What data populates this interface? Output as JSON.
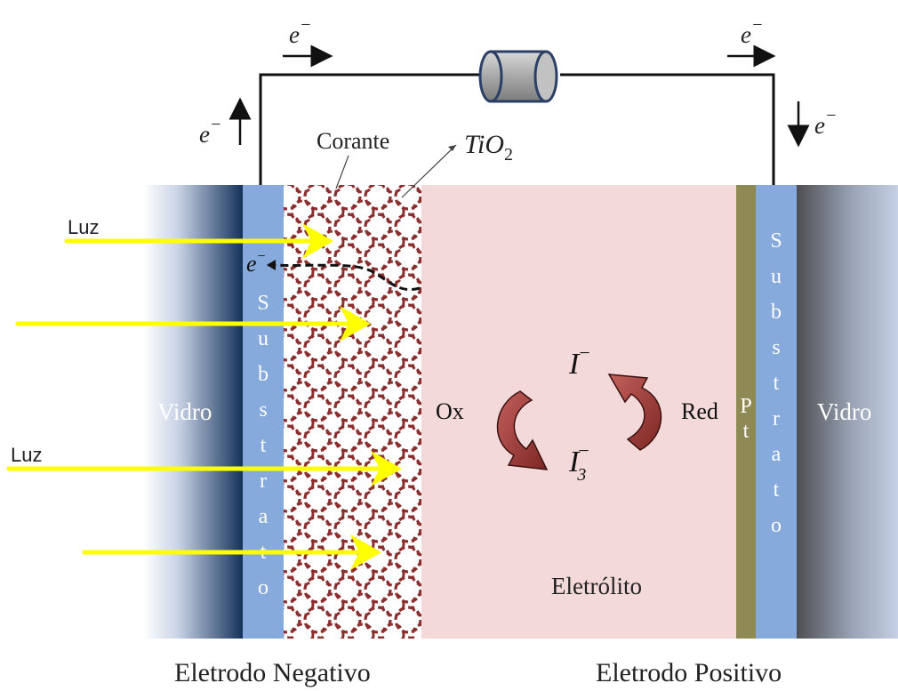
{
  "labels": {
    "electron_symbol": "e",
    "electron_charge": "−",
    "corante": "Corante",
    "tio2_main": "TiO",
    "tio2_sub": "2",
    "luz": "Luz",
    "vidro": "Vidro",
    "substrato_letters": [
      "S",
      "u",
      "b",
      "s",
      "t",
      "r",
      "a",
      "t",
      "o"
    ],
    "pt_letters": [
      "P",
      "t"
    ],
    "ox": "Ox",
    "red": "Red",
    "iodide": "I",
    "iodide_charge": "−",
    "triiodide": "I",
    "triiodide_sub": "3",
    "triiodide_charge": "−",
    "eletrolito": "Eletrólito",
    "eletrodo_negativo": "Eletrodo Negativo",
    "eletrodo_positivo": "Eletrodo Positivo"
  },
  "colors": {
    "glass_dark": "#14325a",
    "glass_light": "#ffffff",
    "glass_right_dark": "#5c5c5c",
    "substrate": "#86aadc",
    "tio2_particles": "#8b2e2e",
    "electrolyte": "#f3d9d9",
    "platinum": "#8f8a55",
    "light_ray": "#ffff00",
    "redox_arrow": "#9b3a37",
    "resistor": "#a8a8a8"
  }
}
